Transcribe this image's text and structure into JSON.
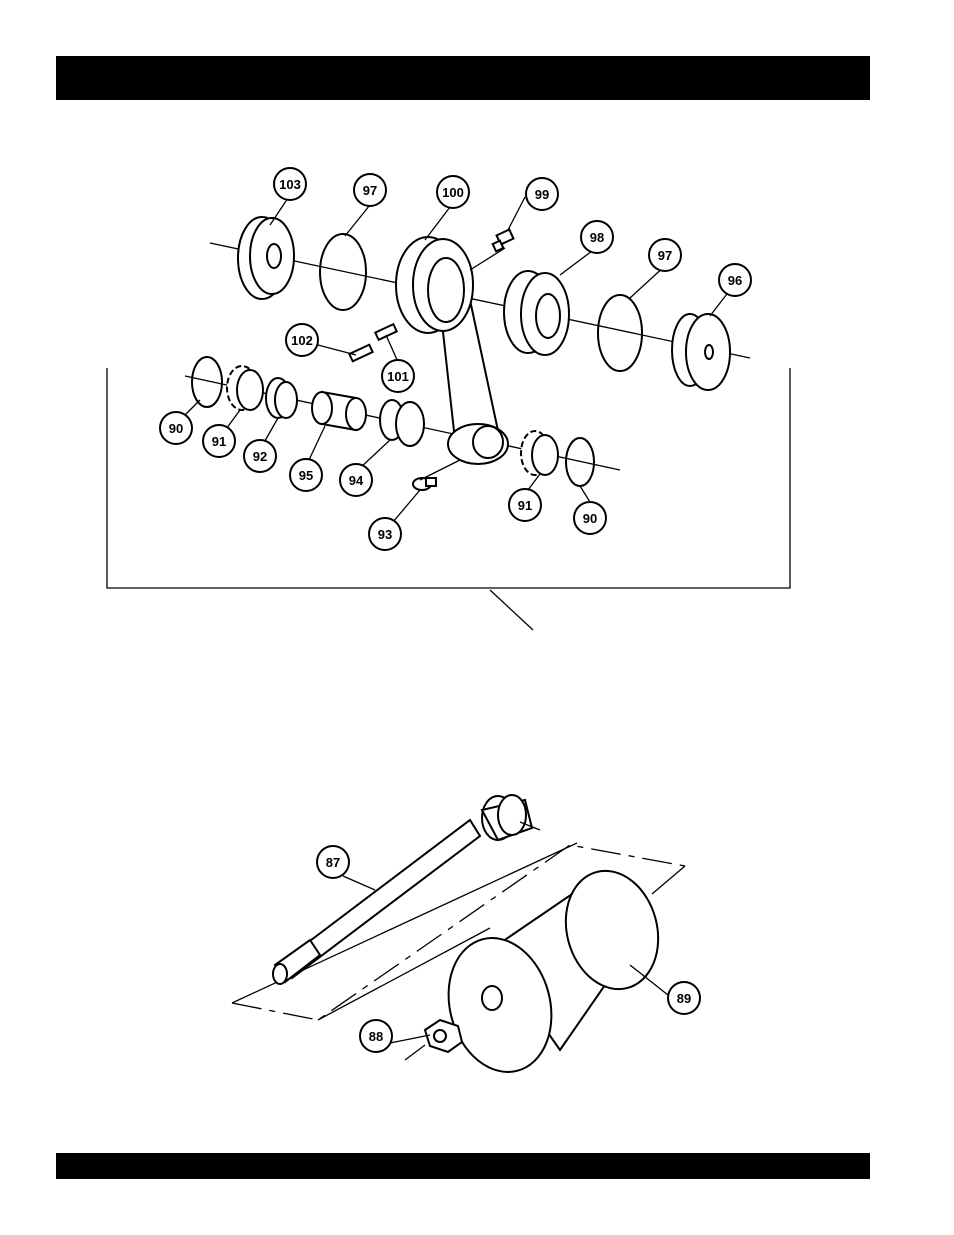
{
  "callouts": {
    "p103": "103",
    "p97a": "97",
    "p100": "100",
    "p99": "99",
    "p98": "98",
    "p97b": "97",
    "p96": "96",
    "p102": "102",
    "p101": "101",
    "p90a": "90",
    "p91a": "91",
    "p92": "92",
    "p95": "95",
    "p94": "94",
    "p93": "93",
    "p91b": "91",
    "p90b": "90",
    "p87": "87",
    "p88": "88",
    "p89": "89"
  }
}
